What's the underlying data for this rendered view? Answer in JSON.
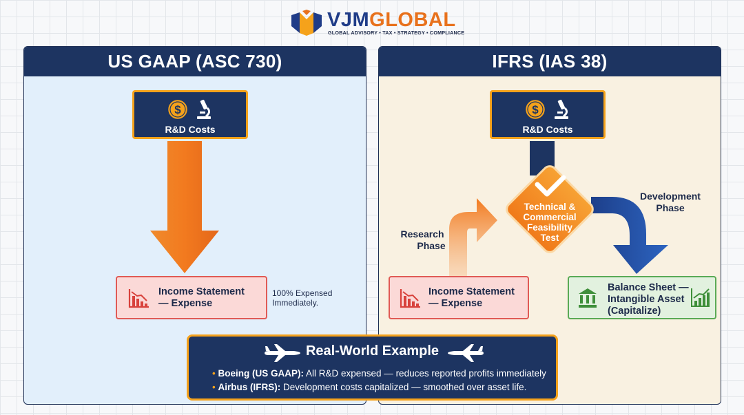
{
  "brand": {
    "name_part1": "VJM",
    "name_part2": "GLOBAL",
    "tagline": "GLOBAL ADVISORY • TAX • STRATEGY • COMPLIANCE"
  },
  "us_gaap": {
    "title": "US GAAP (ASC 730)",
    "rd_label": "R&D Costs",
    "result_line1": "Income Statement",
    "result_line2": "— Expense",
    "note_line1": "100% Expensed",
    "note_line2": "Immediately."
  },
  "ifrs": {
    "title": "IFRS (IAS 38)",
    "rd_label": "R&D Costs",
    "test_line1": "Technical &",
    "test_line2": "Commercial",
    "test_line3": "Feasibility",
    "test_line4": "Test",
    "research_line1": "Research",
    "research_line2": "Phase",
    "development_line1": "Development",
    "development_line2": "Phase",
    "expense_line1": "Income Statement",
    "expense_line2": "— Expense",
    "asset_line1": "Balance Sheet —",
    "asset_line2": "Intangible Asset",
    "asset_line3": "(Capitalize)"
  },
  "example": {
    "title": "Real-World Example",
    "items": [
      {
        "label": "Boeing (US GAAP):",
        "text": " All R&D expensed — reduces reported profits immediately"
      },
      {
        "label": "Airbus (IFRS):",
        "text": " Development costs capitalized — smoothed over asset life."
      }
    ]
  },
  "colors": {
    "navy": "#1d3461",
    "orange": "#f27a1f",
    "gold": "#f5a21b",
    "blue_arrow": "#2456a8",
    "red_box": "#fbd9d7",
    "green_box": "#e2f1df"
  }
}
